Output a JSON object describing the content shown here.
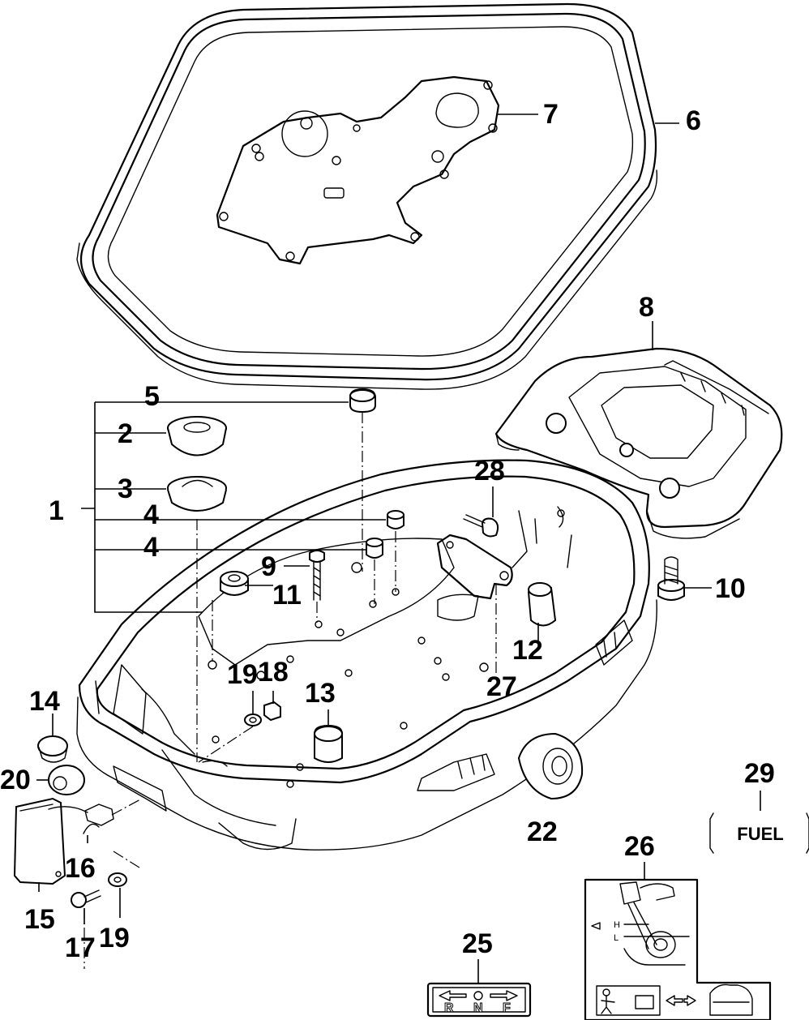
{
  "callouts": [
    {
      "id": "c1",
      "label": "1"
    },
    {
      "id": "c2",
      "label": "2"
    },
    {
      "id": "c3",
      "label": "3"
    },
    {
      "id": "c4a",
      "label": "4"
    },
    {
      "id": "c4b",
      "label": "4"
    },
    {
      "id": "c5",
      "label": "5"
    },
    {
      "id": "c6",
      "label": "6"
    },
    {
      "id": "c7",
      "label": "7"
    },
    {
      "id": "c8",
      "label": "8"
    },
    {
      "id": "c9",
      "label": "9"
    },
    {
      "id": "c10",
      "label": "10"
    },
    {
      "id": "c11",
      "label": "11"
    },
    {
      "id": "c12",
      "label": "12"
    },
    {
      "id": "c13",
      "label": "13"
    },
    {
      "id": "c14",
      "label": "14"
    },
    {
      "id": "c15",
      "label": "15"
    },
    {
      "id": "c16",
      "label": "16"
    },
    {
      "id": "c17",
      "label": "17"
    },
    {
      "id": "c18",
      "label": "18"
    },
    {
      "id": "c19a",
      "label": "19"
    },
    {
      "id": "c19b",
      "label": "19"
    },
    {
      "id": "c20",
      "label": "20"
    },
    {
      "id": "c22",
      "label": "22"
    },
    {
      "id": "c25",
      "label": "25"
    },
    {
      "id": "c26",
      "label": "26"
    },
    {
      "id": "c27",
      "label": "27"
    },
    {
      "id": "c28",
      "label": "28"
    },
    {
      "id": "c29",
      "label": "29"
    }
  ],
  "decals": {
    "fuel_label": "FUEL",
    "shift_letters": [
      "R",
      "N",
      "F"
    ],
    "oil_level_high": "H",
    "oil_level_low": "L"
  }
}
